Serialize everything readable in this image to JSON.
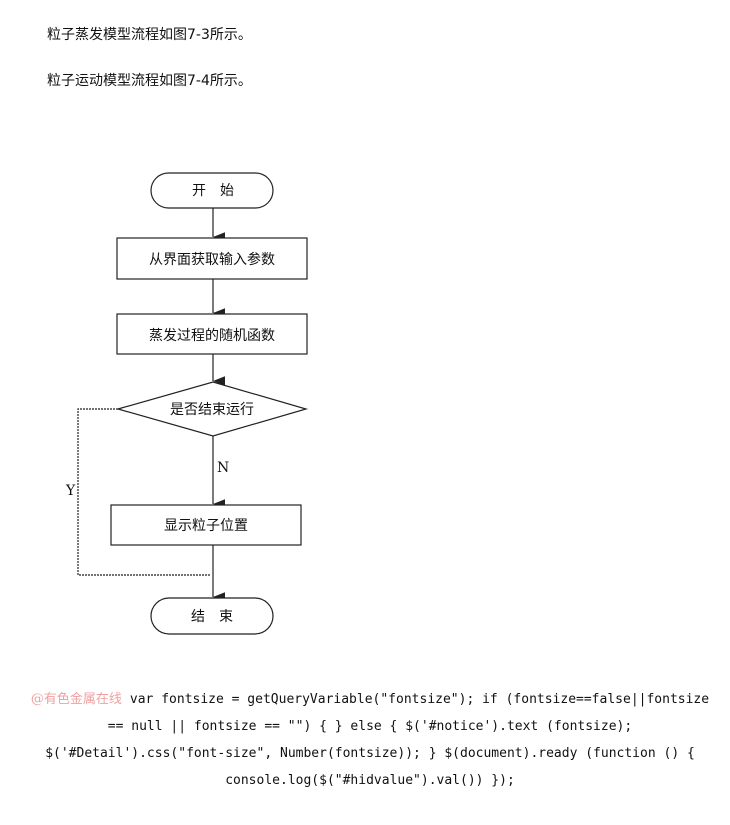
{
  "paragraphs": [
    "粒子蒸发模型流程如图7-3所示。",
    "粒子运动模型流程如图7-4所示。"
  ],
  "flowchart": {
    "start": "开　始",
    "step1": "从界面获取输入参数",
    "step2": "蒸发过程的随机函数",
    "decision": "是否结束运行",
    "no_label": "N",
    "yes_label": "Y",
    "step3": "显示粒子位置",
    "end": "结　束"
  },
  "watermark": "@有色金属在线",
  "code_text": "var fontsize = getQueryVariable(\"fontsize\"); if (fontsize==false||fontsize == null || fontsize == \"\") { } else { $('#notice').text (fontsize); $('#Detail').css(\"font-size\", Number(fontsize)); } $(document).ready (function () { console.log($(\"#hidvalue\").val()) });"
}
